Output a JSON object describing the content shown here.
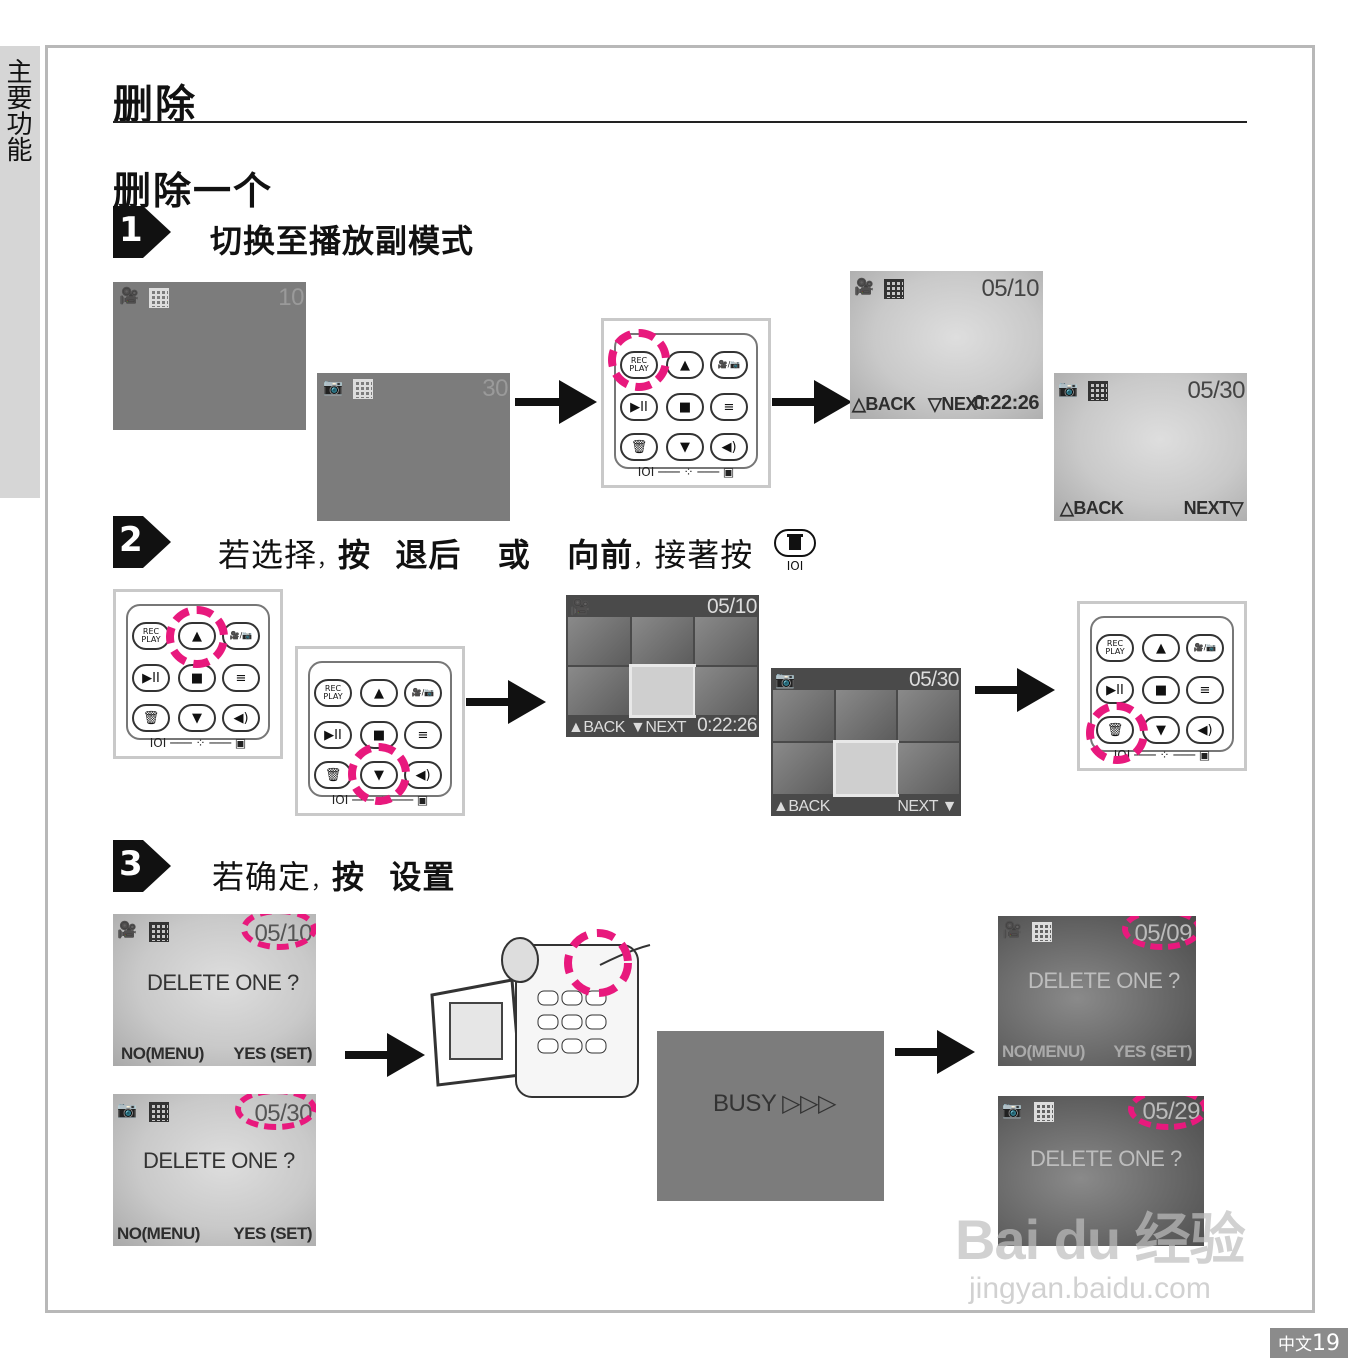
{
  "side_tab": {
    "label": "主要功能"
  },
  "page": {
    "title": "删除",
    "subtitle": "删除一个",
    "number_prefix": "中文",
    "number": "19"
  },
  "steps": [
    {
      "num": "1",
      "text": "切换至播放副模式"
    },
    {
      "num": "2",
      "parts": {
        "a": "若选择",
        "b": "按",
        "c": "退后",
        "d": "或",
        "e": "向前",
        "f": "接著按"
      }
    },
    {
      "num": "3",
      "parts": {
        "a": "若确定",
        "b": "按",
        "c": "设置"
      }
    }
  ],
  "screens": {
    "s1_video_count": "10",
    "s1_photo_count": "30",
    "s1_video_play": {
      "count": "05/10",
      "back": "△BACK",
      "next": "▽NEXT",
      "time": "0:22:26"
    },
    "s1_photo_play": {
      "count": "05/30",
      "back": "△BACK",
      "next": "NEXT▽"
    },
    "s2_video_thumbs": {
      "count": "05/10",
      "back": "▲BACK",
      "next": "▼NEXT",
      "time": "0:22:26"
    },
    "s2_photo_thumbs": {
      "count": "05/30",
      "back": "▲BACK",
      "next": "NEXT ▼"
    },
    "s3_video_confirm": {
      "count": "05/10",
      "prompt": "DELETE ONE ?",
      "no": "NO(MENU)",
      "yes": "YES (SET)"
    },
    "s3_photo_confirm": {
      "count": "05/30",
      "prompt": "DELETE ONE ?",
      "no": "NO(MENU)",
      "yes": "YES (SET)"
    },
    "s3_busy": {
      "text": "BUSY ▷▷▷"
    },
    "s3_video_after": {
      "count": "05/09",
      "prompt": "DELETE ONE ?",
      "no": "NO(MENU)",
      "yes": "YES (SET)"
    },
    "s3_photo_after": {
      "count": "05/29",
      "prompt": "DELETE ONE ?"
    }
  },
  "panel": {
    "rec": "REC",
    "play": "PLAY",
    "up": "▲",
    "down": "▼",
    "stop": "■",
    "playpause": "▶II",
    "menu": "≡",
    "trash": "🗑",
    "volume": "◀)",
    "cams": "🎥/📷",
    "foot_left": "IOI",
    "foot_right": "▣"
  },
  "watermark": {
    "main": "Bai du 经验",
    "sub": "jingyan.baidu.com"
  },
  "colors": {
    "accent_pink": "#e8197d",
    "screen_gray": "#7c7c7c",
    "frame_gray": "#b8b8b8"
  },
  "icons": [
    "video-camera-icon",
    "photo-camera-icon",
    "grid-icon",
    "arrow-right-icon",
    "trash-icon",
    "finger-icon"
  ]
}
